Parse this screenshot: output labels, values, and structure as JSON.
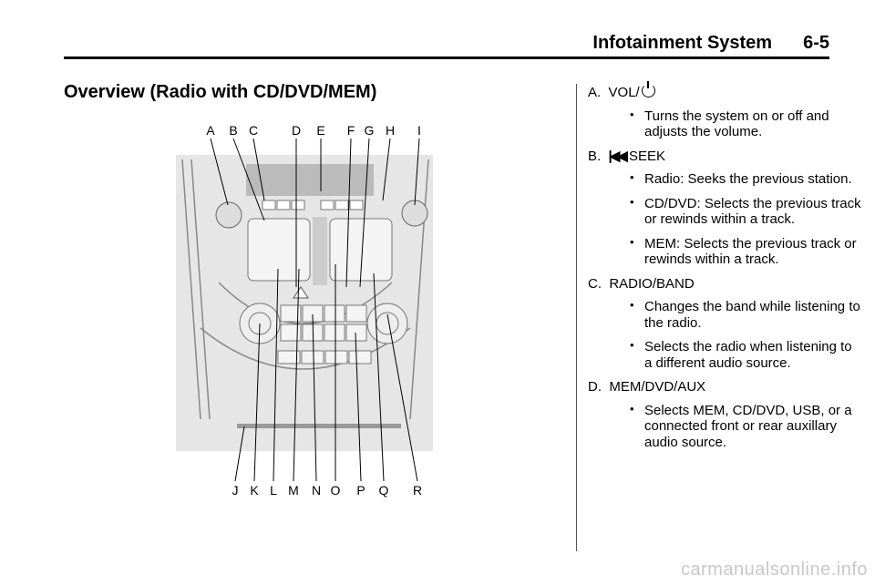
{
  "header": {
    "section": "Infotainment System",
    "page": "6-5"
  },
  "title": "Overview (Radio with CD/DVD/MEM)",
  "figure": {
    "top_labels": [
      "A",
      "B",
      "C",
      "D",
      "E",
      "F",
      "G",
      "H",
      "I"
    ],
    "bottom_labels": [
      "J",
      "K",
      "L",
      "M",
      "N",
      "O",
      "P",
      "Q",
      "R"
    ]
  },
  "items": [
    {
      "letter": "A.",
      "icon": "power-icon",
      "label": "VOL/",
      "bullets": [
        "Turns the system on or off and adjusts the volume."
      ]
    },
    {
      "letter": "B.",
      "icon": "seek-back-icon",
      "label": "SEEK",
      "bullets": [
        "Radio: Seeks the previous station.",
        "CD/DVD: Selects the previous track or rewinds within a track.",
        "MEM: Selects the previous track or rewinds within a track."
      ]
    },
    {
      "letter": "C.",
      "label": "RADIO/BAND",
      "bullets": [
        "Changes the band while listening to the radio.",
        "Selects the radio when listening to a different audio source."
      ]
    },
    {
      "letter": "D.",
      "label": "MEM/DVD/AUX",
      "bullets": [
        "Selects MEM, CD/DVD, USB, or a connected front or rear auxillary audio source."
      ]
    }
  ],
  "watermark": "carmanualsonline.info"
}
